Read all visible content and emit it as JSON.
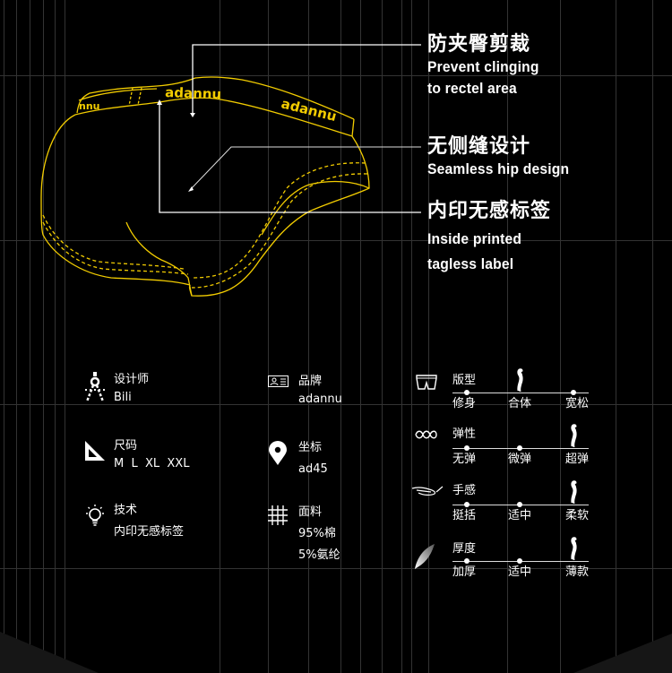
{
  "colors": {
    "background": "#000000",
    "grid_line": "#333333",
    "accent_yellow": "#f2cc00",
    "text": "#ffffff"
  },
  "illustration": {
    "product": "briefs-outline",
    "waistband_brand": "adannu"
  },
  "callouts": [
    {
      "zh": "防夹臀剪裁",
      "en_line1": "Prevent clinging",
      "en_line2": "to rectel area"
    },
    {
      "zh": "无侧缝设计",
      "en_line1": "Seamless hip design",
      "en_line2": ""
    },
    {
      "zh": "内印无感标签",
      "en_line1": "Inside printed",
      "en_line2": "tagless label"
    }
  ],
  "specs": [
    {
      "icon": "compass-icon",
      "label": "设计师",
      "value": "Bili"
    },
    {
      "icon": "ruler-triangle-icon",
      "label": "尺码",
      "value": "M  L  XL  XXL"
    },
    {
      "icon": "lightbulb-icon",
      "label": "技术",
      "value": "内印无感标签"
    },
    {
      "icon": "id-card-icon",
      "label": "品牌",
      "value": "adannu"
    },
    {
      "icon": "location-pin-icon",
      "label": "坐标",
      "value": "ad45"
    },
    {
      "icon": "fabric-grid-icon",
      "label": "面料",
      "value": "95%棉",
      "value2": "5%氨纶"
    }
  ],
  "ratings": [
    {
      "icon": "boxer-shorts-icon",
      "title": "版型",
      "options": [
        "修身",
        "合体",
        "宽松"
      ],
      "selected": 1
    },
    {
      "icon": "stretch-loop-icon",
      "title": "弹性",
      "options": [
        "无弹",
        "微弹",
        "超弹"
      ],
      "selected": 2
    },
    {
      "icon": "hand-touch-icon",
      "title": "手感",
      "options": [
        "挺括",
        "适中",
        "柔软"
      ],
      "selected": 2
    },
    {
      "icon": "feather-icon",
      "title": "厚度",
      "options": [
        "加厚",
        "适中",
        "薄款"
      ],
      "selected": 2
    }
  ]
}
